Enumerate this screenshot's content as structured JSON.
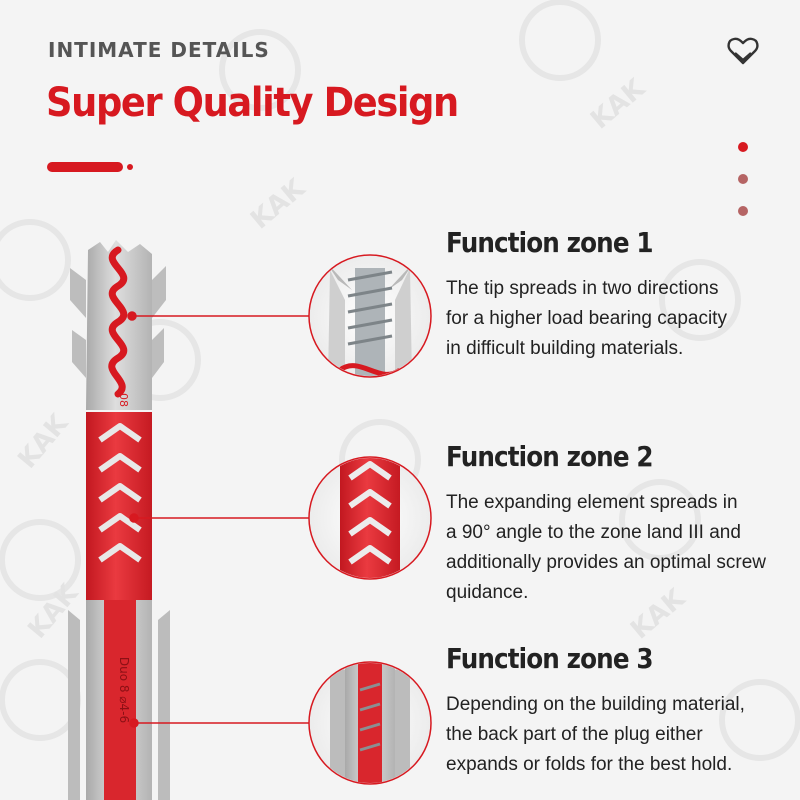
{
  "header": {
    "eyebrow": "INTIMATE DETAILS",
    "title": "Super Quality Design"
  },
  "colors": {
    "brand": "#d71920",
    "plug_grey": "#c9c9c9",
    "text": "#222222",
    "dot_active": "#d71920",
    "dot_inactive": "#b56464"
  },
  "icons": {
    "favorite": "heart-icon"
  },
  "pager": {
    "count": 3,
    "active_index": 0
  },
  "watermark": "KAK",
  "product": {
    "marking_top": "08",
    "marking_body": "Duo 8 ⌀4-6"
  },
  "zones": [
    {
      "title": "Function zone 1",
      "lines": [
        "The tip spreads in two directions",
        "for a higher load bearing capacity",
        "in difficult building materials."
      ]
    },
    {
      "title": "Function zone 2",
      "lines": [
        "The expanding element spreads in",
        "a 90° angle to the zone land III and",
        "additionally provides an optimal screw",
        "quidance."
      ]
    },
    {
      "title": "Function zone 3",
      "lines": [
        "Depending on the building material,",
        "the back part of the plug either",
        "expands or folds for the best hold."
      ]
    }
  ]
}
